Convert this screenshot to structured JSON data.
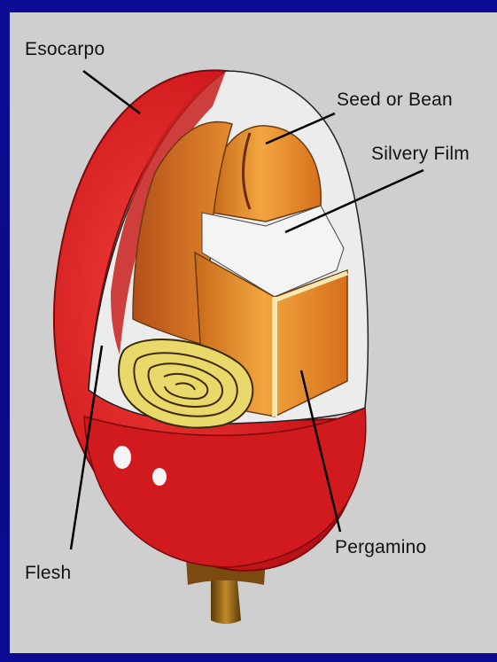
{
  "labels": {
    "esocarpo": "Esocarpo",
    "seed": "Seed or Bean",
    "silvery": "Silvery Film",
    "flesh": "Flesh",
    "pergamino": "Pergamino"
  },
  "colors": {
    "background": "#0a0a8a",
    "panel": "#cfcfcf",
    "skin": "#d61a1e",
    "bean": "#e08a2a",
    "film": "#f2f2f2",
    "stem": "#8a5a10"
  }
}
